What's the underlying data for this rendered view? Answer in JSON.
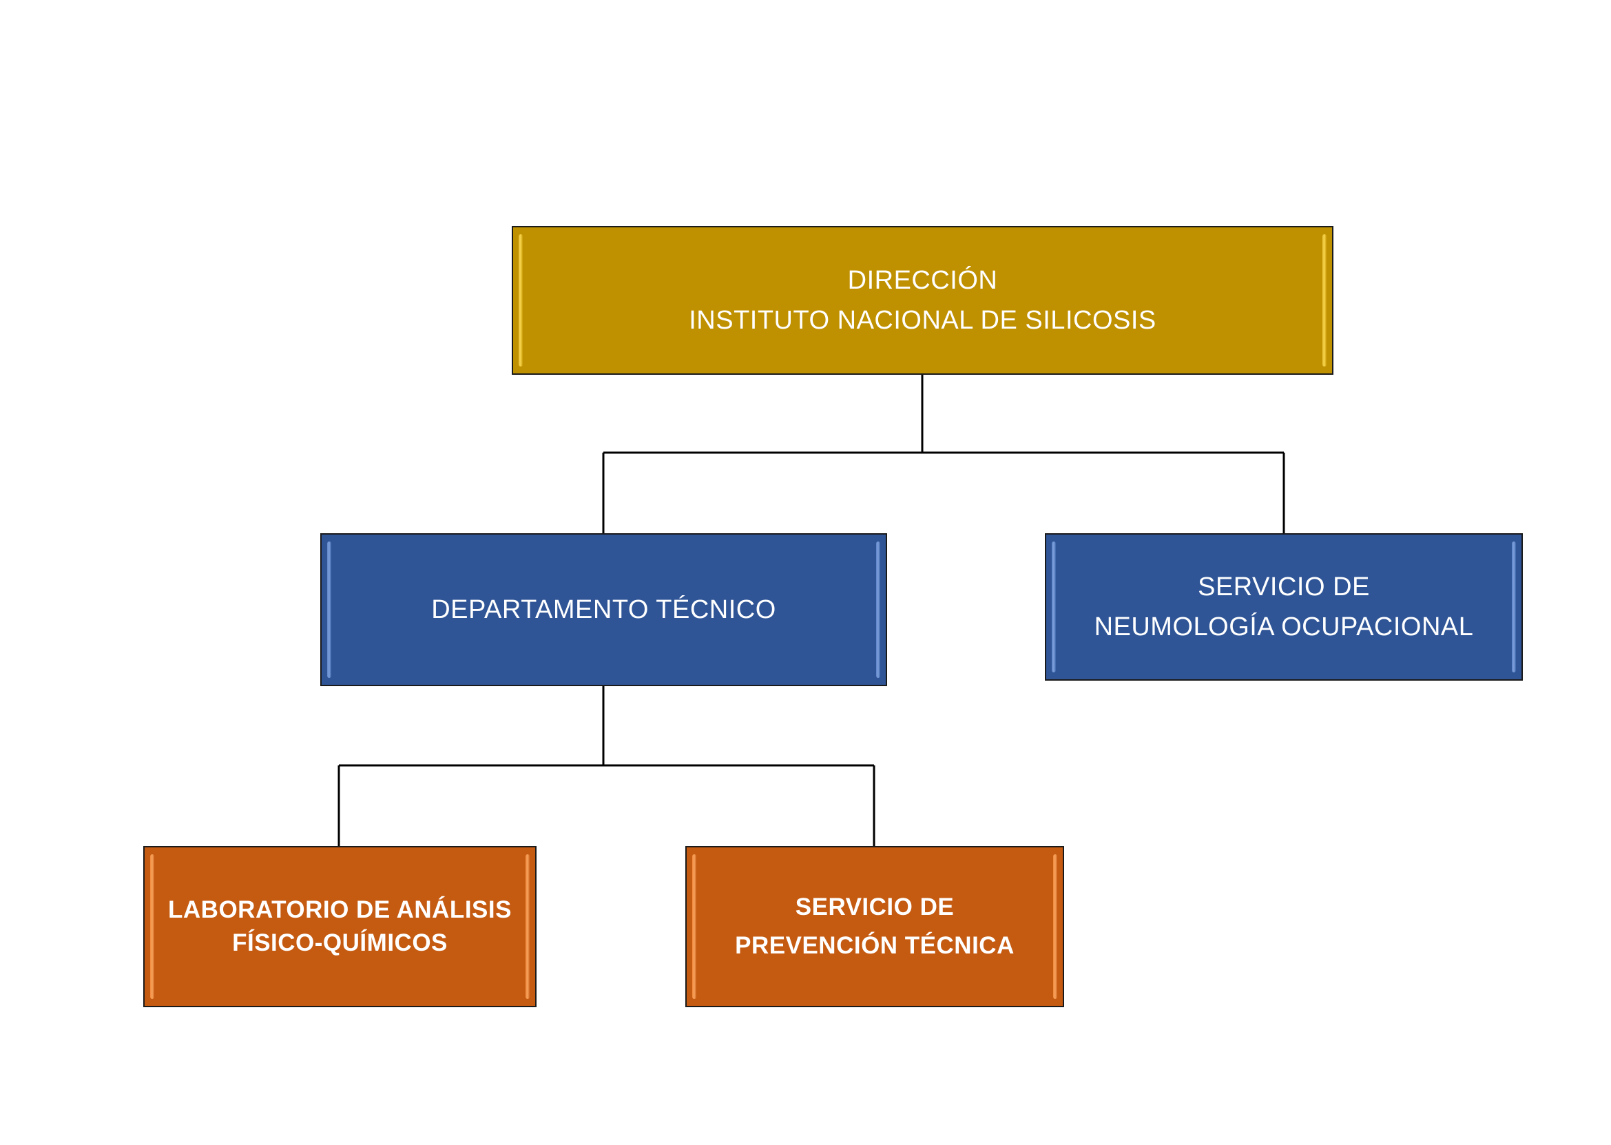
{
  "org_chart": {
    "direccion": {
      "lines": [
        "DIRECCIÓN",
        "INSTITUTO NACIONAL DE SILICOSIS"
      ],
      "color": "#bf9000"
    },
    "departamento_tecnico": {
      "lines": [
        "DEPARTAMENTO TÉCNICO"
      ],
      "color": "#2f5597"
    },
    "servicio_neumologia": {
      "lines": [
        "SERVICIO DE",
        "NEUMOLOGÍA OCUPACIONAL"
      ],
      "color": "#2f5597"
    },
    "laboratorio": {
      "lines": [
        "LABORATORIO DE ANÁLISIS",
        "FÍSICO-QUÍMICOS"
      ],
      "color": "#c55a11"
    },
    "servicio_prevencion": {
      "lines": [
        "SERVICIO DE",
        "PREVENCIÓN TÉCNICA"
      ],
      "color": "#c55a11"
    }
  },
  "connector_color": "#000000"
}
